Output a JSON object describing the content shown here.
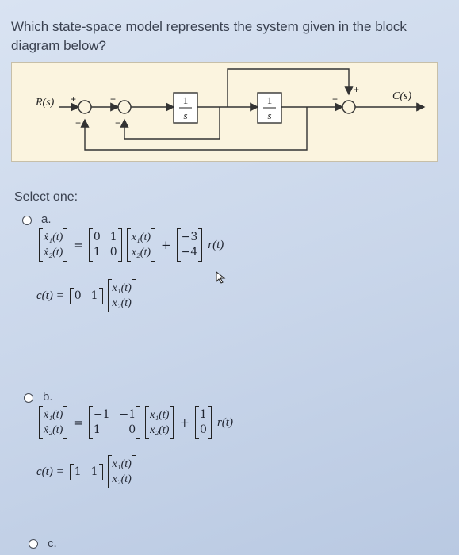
{
  "question": {
    "text": "Which state-space model represents the system given in the block diagram below?"
  },
  "diagram": {
    "input_label": "R(s)",
    "output_label": "C(s)",
    "block1": {
      "num": "1",
      "den": "s"
    },
    "block2": {
      "num": "1",
      "den": "s"
    },
    "plus": "+",
    "minus": "−"
  },
  "select_one": "Select one:",
  "options": [
    {
      "letter": "a.",
      "xdot": [
        "ẋ₁(t)",
        "ẋ₂(t)"
      ],
      "A": [
        [
          "0",
          "1"
        ],
        [
          "1",
          "0"
        ]
      ],
      "x": [
        "x₁(t)",
        "x₂(t)"
      ],
      "B": [
        "−3",
        "−4"
      ],
      "input": "r(t)",
      "out_lhs": "c(t) = ",
      "C": [
        "0",
        "1"
      ]
    },
    {
      "letter": "b.",
      "xdot": [
        "ẋ₁(t)",
        "ẋ₂(t)"
      ],
      "A": [
        [
          "−1",
          "−1"
        ],
        [
          "1",
          "0"
        ]
      ],
      "x": [
        "x₁(t)",
        "x₂(t)"
      ],
      "B": [
        "1",
        "0"
      ],
      "input": "r(t)",
      "out_lhs": "c(t) = ",
      "C": [
        "1",
        "1"
      ]
    },
    {
      "letter": "c."
    }
  ],
  "symbols": {
    "eq": "=",
    "plus": "+"
  }
}
